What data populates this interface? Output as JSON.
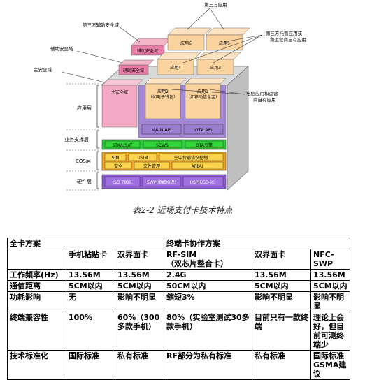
{
  "diagram": {
    "callouts": {
      "third_party_app": "第三方应用",
      "third_party_assist_domain": "第三方辅助安全域",
      "assist_domain": "辅助安全域",
      "main_domain": "主安全域",
      "third_party_hosted": "第三方托管应用或\n和运营商自有应用",
      "telecom_and_operator": "电信应用和运营\n商自有应用"
    },
    "layers": {
      "app": "应用层",
      "business": "业务支撑层",
      "cos": "COS层",
      "hardware": "硬件层"
    },
    "blocks": {
      "assist_sec_top": "辅助安全域",
      "assist_sec_mid": "辅助安全域",
      "main_sec": "主安全域",
      "app6": "应用6",
      "app5": "应用5",
      "app4": "应用4",
      "app3": "应用3",
      "app2": "应用2\n（如电子钱包）",
      "app1": "应用1\n（如移动信息宝）",
      "main_api": "MAIN API",
      "ota_api": "OTA API",
      "stk": "STK/USAT",
      "scws": "SCWS",
      "ota_engine": "OTA引擎",
      "sim": "SIM",
      "usim": "USIM",
      "air_protocol": "空中传输协议控制",
      "security": "安全",
      "file_mgmt": "文件管理",
      "apdu": "APDU",
      "iso": "ISO 7816",
      "swp": "SWP(单线协议)",
      "hsp": "HSP(USB-IC)"
    }
  },
  "caption": "表2-2  近场支付卡技术特点",
  "table": {
    "header_row1": [
      "全卡方案",
      "终端卡协作方案"
    ],
    "header_row2": [
      "手机粘贴卡",
      "双界面卡",
      "RF-SIM\n（双芯片整合卡）",
      "双界面卡",
      "NFC-SWP"
    ],
    "rows": [
      [
        "工作频率(Hz)",
        "13.56M",
        "13.56M",
        "2.4G",
        "13.56M",
        "13.56M"
      ],
      [
        "通信距离",
        "5CM以内",
        "5CM以内",
        "50CM以内",
        "5CM以内",
        "5CM以内"
      ],
      [
        "功耗影响",
        "无",
        "影响不明显",
        "缩短3%",
        "影响不明显",
        "影响不明显"
      ],
      [
        "终端兼容性",
        "100%",
        "60%（300多款手机）",
        "80%（实验室测试30多款手机）",
        "目前只有一款终端",
        "理论上会好，但目前可测终端少"
      ],
      [
        "技术标准化",
        "国际标准",
        "私有标准",
        "RF部分为私有标准",
        "私有标准",
        "国际标准GSMA建议"
      ]
    ]
  }
}
